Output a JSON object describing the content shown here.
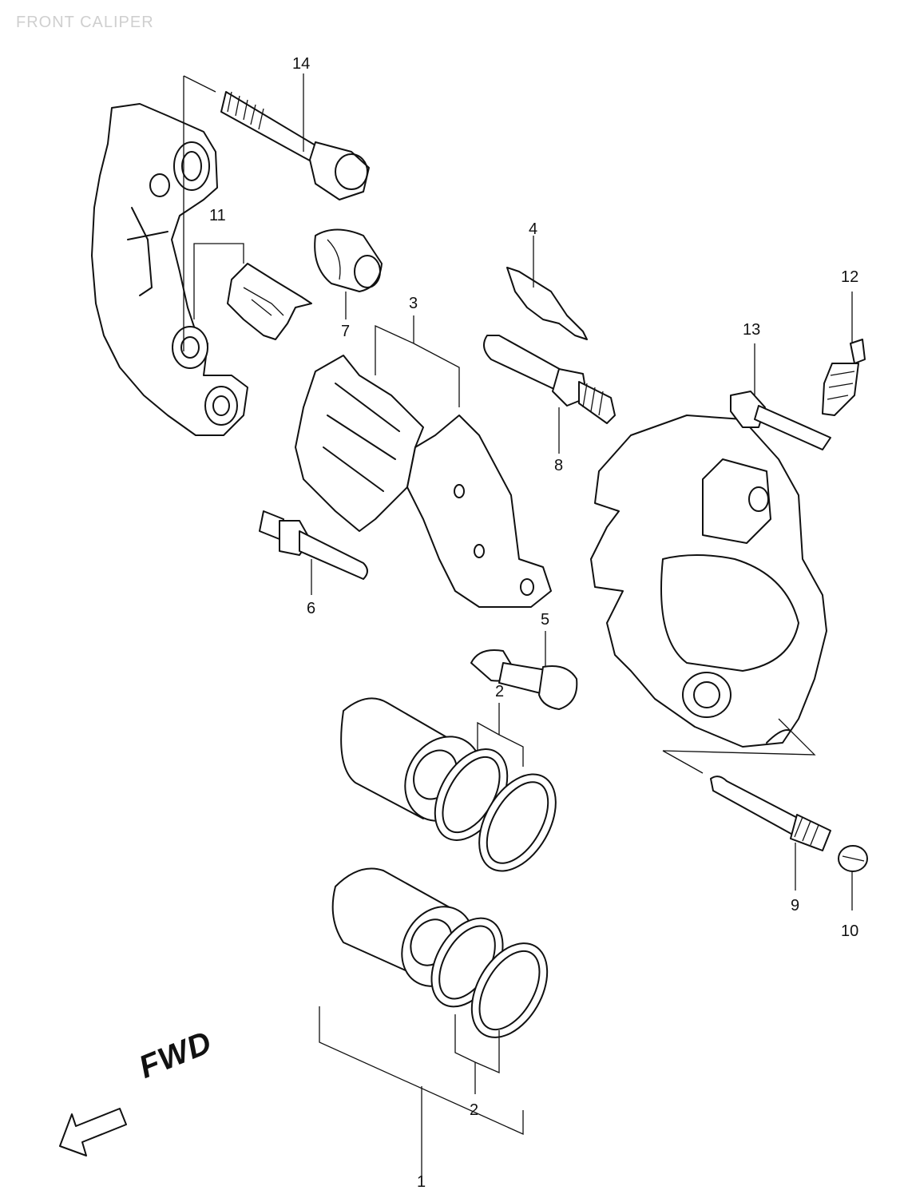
{
  "title": "FRONT CALIPER",
  "direction_label": "FWD",
  "callouts": {
    "c1": "1",
    "c2a": "2",
    "c2b": "2",
    "c3": "3",
    "c4": "4",
    "c5": "5",
    "c6": "6",
    "c7": "7",
    "c8": "8",
    "c9": "9",
    "c10": "10",
    "c11": "11",
    "c12": "12",
    "c13": "13",
    "c14": "14"
  },
  "colors": {
    "line": "#111111",
    "background": "#ffffff",
    "title": "#cfcfcf"
  }
}
